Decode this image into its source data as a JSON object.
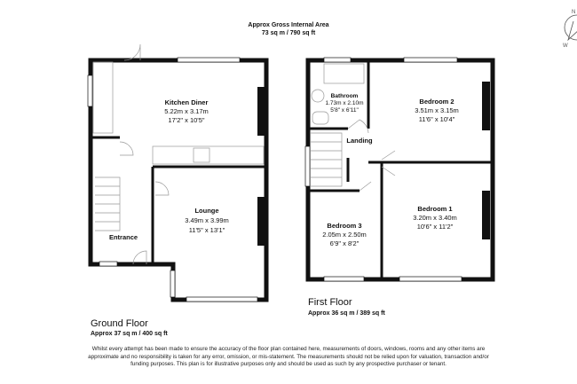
{
  "header": {
    "title": "Approx Gross Internal Area",
    "total": "73 sq m / 790 sq ft"
  },
  "ground_floor": {
    "label": "Ground Floor",
    "area": "Approx 37 sq m / 400 sq ft",
    "rooms": [
      {
        "name": "Kitchen Diner",
        "metric": "5.22m x 3.17m",
        "imperial": "17'2\" x 10'5\""
      },
      {
        "name": "Lounge",
        "metric": "3.49m x 3.99m",
        "imperial": "11'5\" x 13'1\""
      },
      {
        "name": "Entrance"
      }
    ]
  },
  "first_floor": {
    "label": "First Floor",
    "area": "Approx 36 sq m / 389 sq ft",
    "rooms": [
      {
        "name": "Bathroom",
        "metric": "1.73m x 2.10m",
        "imperial": "5'8\" x 6'11\""
      },
      {
        "name": "Bedroom 2",
        "metric": "3.51m x 3.15m",
        "imperial": "11'6\" x 10'4\""
      },
      {
        "name": "Landing"
      },
      {
        "name": "Bedroom 1",
        "metric": "3.20m x 3.40m",
        "imperial": "10'6\" x 11'2\""
      },
      {
        "name": "Bedroom 3",
        "metric": "2.05m x 2.50m",
        "imperial": "6'9\" x 8'2\""
      }
    ]
  },
  "compass": {
    "icon": "compass-icon",
    "labels": [
      "N",
      "W"
    ]
  },
  "disclaimer": "Whilst every attempt has been made to ensure the accuracy of the floor plan contained here, measurements of doors, windows, rooms and any other items are approximate and no responsibility is taken for any error, omission, or mis-statement. The measurements should not be relied upon for valuation, transaction and/or funding purposes. This plan is for illustrative purposes only and should be used as such by any prospective purchaser or tenant.",
  "colors": {
    "wall": "#111111",
    "window": "#ffffff",
    "fixture": "#bbbbbb"
  }
}
